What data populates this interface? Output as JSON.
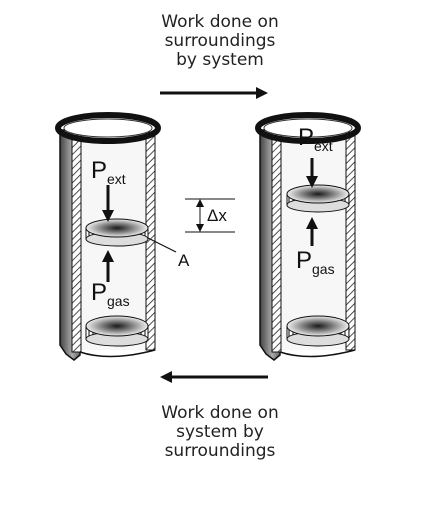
{
  "captions": {
    "top": "Work done on\nsurroundings\nby system",
    "bottom": "Work done on\nsystem by\nsurroundings"
  },
  "labels": {
    "p": "P",
    "ext": "ext",
    "gas": "gas",
    "delta_x": "Δx",
    "area": "A"
  }
}
